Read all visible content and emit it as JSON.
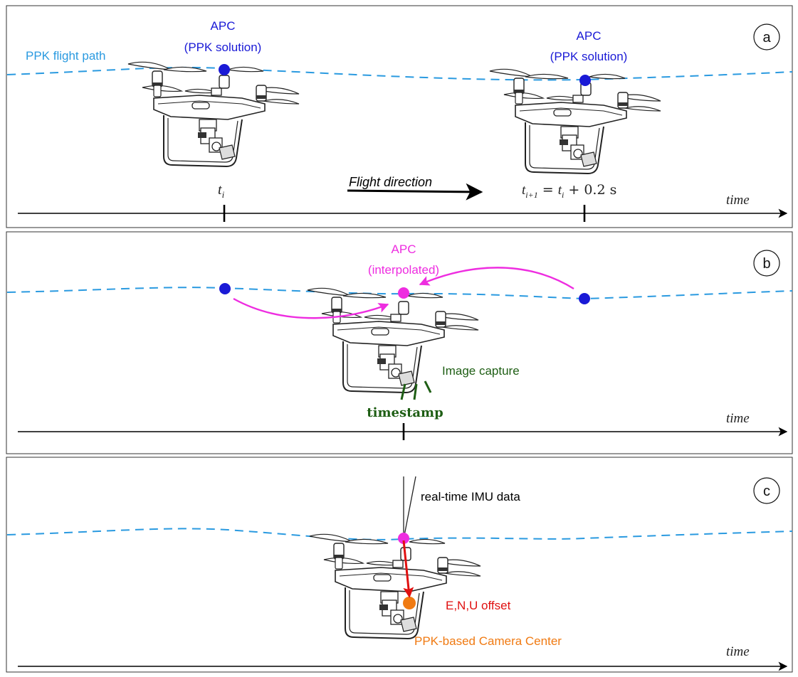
{
  "colors": {
    "path": "#2a9ae0",
    "apc_blue": "#1a1ad6",
    "interp": "#ee2de0",
    "capture": "#1e5e14",
    "offset": "#e01010",
    "camera": "#f07a12",
    "axis": "#000000"
  },
  "panel_a": {
    "label": "a",
    "path_label": "PPK flight path",
    "apc_left": {
      "line1": "APC",
      "line2": "(PPK solution)"
    },
    "apc_right": {
      "line1": "APC",
      "line2": "(PPK solution)"
    },
    "flight_direction": "Flight direction",
    "tick_left": {
      "base": "t",
      "sub": "i"
    },
    "tick_right": {
      "base": "t",
      "sub": "i+1",
      "eq": " = ",
      "base2": "t",
      "sub2": "i",
      "rest": " + 0.2 s"
    },
    "axis_label": "time"
  },
  "panel_b": {
    "label": "b",
    "apc": {
      "line1": "APC",
      "line2": "(interpolated)"
    },
    "capture": "Image capture",
    "timestamp": "timestamp",
    "axis_label": "time"
  },
  "panel_c": {
    "label": "c",
    "imu": "real-time IMU data",
    "offset": "E,N,U offset",
    "camera_center": "PPK-based Camera Center",
    "axis_label": "time"
  },
  "icons": [
    "drone-icon",
    "drone-icon",
    "drone-icon",
    "drone-icon"
  ]
}
